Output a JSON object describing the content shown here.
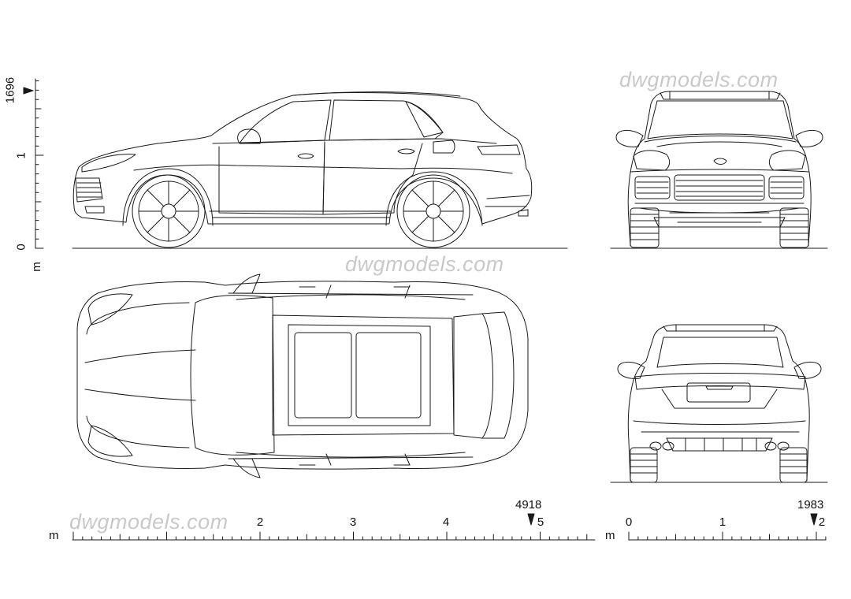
{
  "watermark": "dwgmodels.com",
  "side_scale": {
    "unit": "m",
    "ticks": [
      "0",
      "1"
    ],
    "dimension_label": "1696"
  },
  "bottom_scale": {
    "unit": "m",
    "ticks": [
      "2",
      "3",
      "4",
      "5"
    ],
    "dimension_label": "4918"
  },
  "right_scale": {
    "unit": "m",
    "ticks": [
      "0",
      "1",
      "2"
    ],
    "dimension_label": "1983"
  },
  "colors": {
    "line": "#1a1a1a",
    "watermark": "#c9c9c9",
    "background": "#ffffff"
  }
}
